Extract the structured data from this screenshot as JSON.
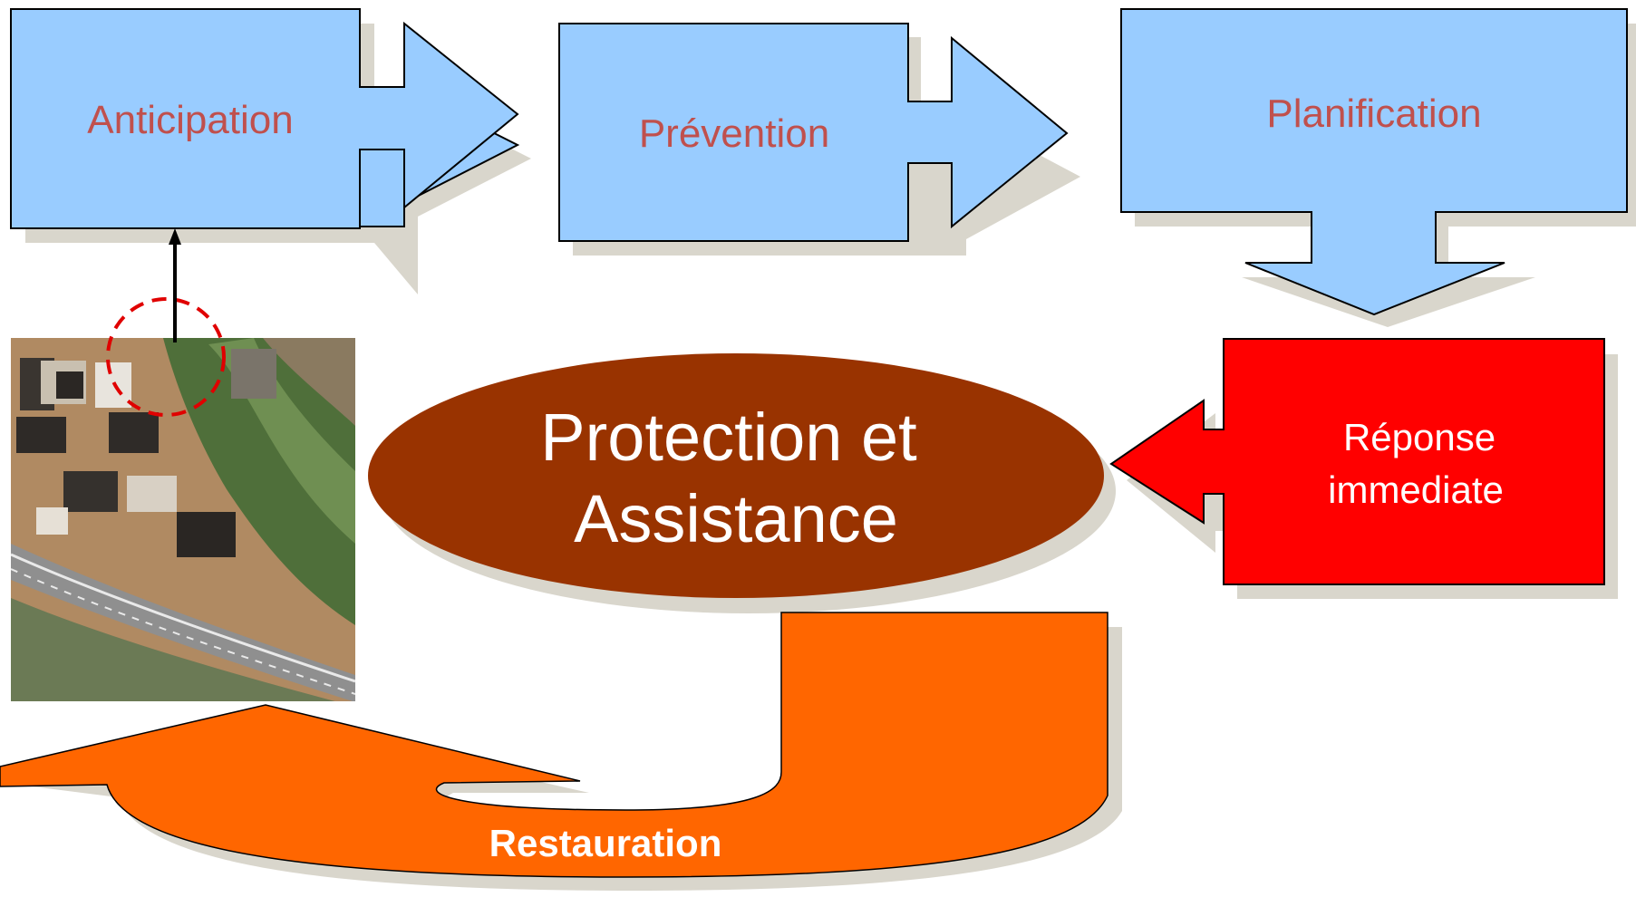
{
  "steps": {
    "anticipation": "Anticipation",
    "prevention": "Prévention",
    "planification": "Planification",
    "reponse_line1": "Réponse",
    "reponse_line2": "immediate",
    "protection_line1": "Protection et",
    "protection_line2": "Assistance",
    "restauration": "Restauration"
  },
  "colors": {
    "blue_box": "#99ccff",
    "red_box": "#ff0000",
    "ellipse": "#993300",
    "orange_arrow": "#ff6600",
    "blue_text": "#c0504d",
    "dashed_circle": "#e00000"
  },
  "image": {
    "icon": "aerial-photo"
  }
}
